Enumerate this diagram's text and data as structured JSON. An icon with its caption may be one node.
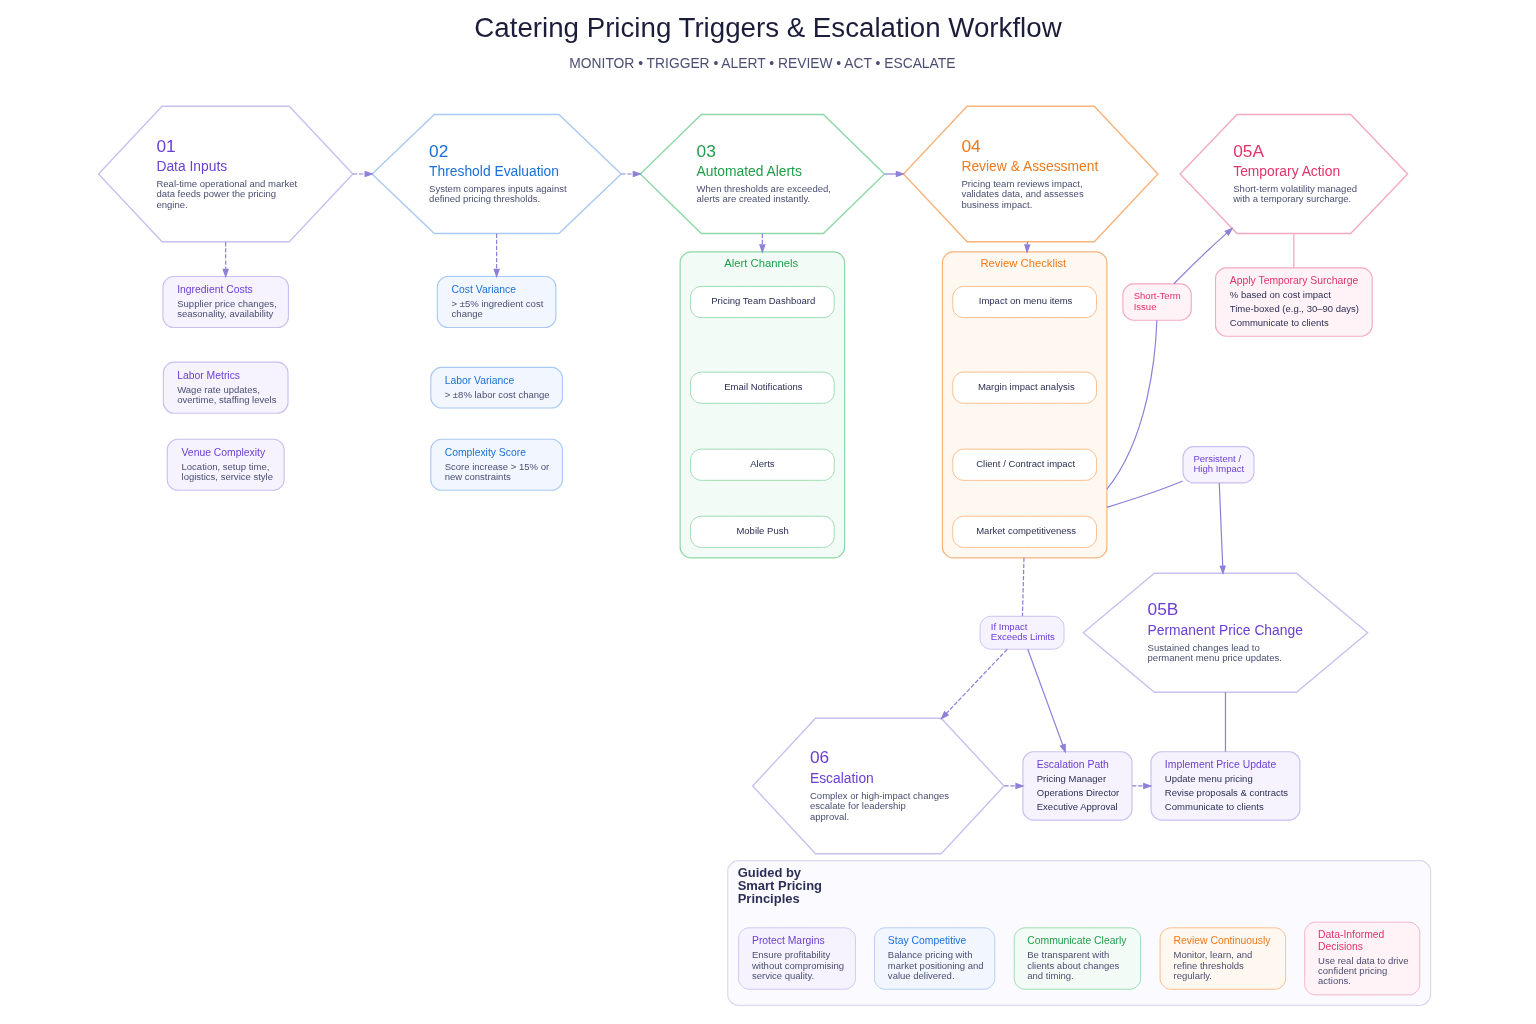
{
  "diagram": {
    "title": "Catering Pricing Triggers & Escalation Workflow",
    "nodes": [
      {
        "text": [
          "01",
          "Data Inputs",
          "Real-time operational and market data feeds power the pricing engine."
        ]
      },
      {
        "text": [
          "Ingredient Costs",
          "Supplier price changes, seasonality, availability"
        ]
      },
      {
        "text": [
          "Labor Metrics",
          "Wage rate updates, overtime, staffing levels"
        ]
      },
      {
        "text": [
          "Venue Complexity",
          "Location, setup time, logistics, service style"
        ]
      },
      {
        "text": [
          "02",
          "Threshold Evaluation",
          "System compares inputs against defined pricing thresholds."
        ]
      },
      {
        "text": [
          "Cost Variance",
          "> ±5% ingredient cost change"
        ]
      },
      {
        "text": [
          "Labor Variance",
          "> ±8% labor cost change"
        ]
      },
      {
        "text": [
          "Complexity Score",
          "Score increase > 15% or new constraints"
        ]
      },
      {
        "text": [
          "03",
          "Automated Alerts",
          "When thresholds are exceeded, alerts are created instantly."
        ]
      },
      {
        "text": [
          "Alert Channels"
        ]
      },
      {
        "text": [
          "Pricing Team Dashboard"
        ],
        "in": 9
      },
      {
        "text": [
          "Email Notifications"
        ],
        "in": 9
      },
      {
        "text": [
          "Alerts"
        ],
        "in": 9
      },
      {
        "text": [
          "Mobile Push"
        ],
        "in": 9
      },
      {
        "text": [
          "04",
          "Review & Assessment",
          "Pricing team reviews impact, validates data, and assesses business impact."
        ]
      },
      {
        "text": [
          "Review Checklist"
        ]
      },
      {
        "text": [
          "Impact on menu items"
        ],
        "in": 15
      },
      {
        "text": [
          "Margin impact analysis"
        ],
        "in": 15
      },
      {
        "text": [
          "Client / Contract impact"
        ],
        "in": 15
      },
      {
        "text": [
          "Market competitiveness"
        ],
        "in": 15
      },
      {
        "text": [
          "Short-Term Issue"
        ]
      },
      {
        "text": [
          "Persistent / High Impact"
        ]
      },
      {
        "text": [
          "05A",
          "Temporary Action",
          "Short-term volatility managed with a temporary surcharge."
        ]
      },
      {
        "text": [
          "Apply Temporary Surcharge",
          "% based on cost impact",
          "Time-boxed (e.g., 30–90 days)",
          "Communicate to clients"
        ]
      },
      {
        "text": [
          "05B",
          "Permanent Price Change",
          "Sustained changes lead to permanent menu price updates."
        ]
      },
      {
        "text": [
          "Implement Price Update",
          "Update menu pricing",
          "Revise proposals & contracts",
          "Communicate to clients"
        ]
      },
      {
        "text": [
          "If Impact Exceeds Limits"
        ]
      },
      {
        "text": [
          "06",
          "Escalation",
          "Complex or high-impact changes escalate for leadership approval."
        ]
      },
      {
        "text": [
          "Escalation Path",
          "Pricing Manager",
          "Operations Director",
          "Executive Approval"
        ]
      },
      {
        "text": [
          "Guided by Smart Pricing Principles"
        ]
      },
      {
        "text": [
          "Protect Margins",
          "Ensure profitability without compromising service quality."
        ],
        "in": 29
      },
      {
        "text": [
          "Stay Competitive",
          "Balance pricing with market positioning and value delivered."
        ],
        "in": 29
      },
      {
        "text": [
          "Communicate Clearly",
          "Be transparent with clients about changes and timing."
        ],
        "in": 29
      },
      {
        "text": [
          "Review Continuously",
          "Monitor, learn, and refine thresholds regularly."
        ],
        "in": 29
      },
      {
        "text": [
          "Data-Informed Decisions",
          "Use real data to drive confident pricing actions."
        ],
        "in": 29
      }
    ],
    "edges": [
      {
        "from": 0,
        "to": 4,
        "arrow": "to",
        "style": "dashed"
      },
      {
        "from": 0,
        "to": 1,
        "arrow": "to",
        "style": "dashed"
      },
      {
        "from": 4,
        "to": 8,
        "arrow": "to",
        "style": "dashed"
      },
      {
        "from": 4,
        "to": 5,
        "arrow": "to",
        "style": "dashed"
      },
      {
        "from": 8,
        "to": 14,
        "arrow": "to"
      },
      {
        "from": 8,
        "to": 9,
        "arrow": "to",
        "style": "dashed"
      },
      {
        "from": 14,
        "to": 15,
        "arrow": "to",
        "style": "dashed"
      },
      {
        "from": 15,
        "to": 20,
        "arrow": "none"
      },
      {
        "from": 15,
        "to": 21,
        "arrow": "none"
      },
      {
        "from": 20,
        "to": 22,
        "arrow": "to"
      },
      {
        "from": 21,
        "to": 24,
        "arrow": "to"
      },
      {
        "from": 22,
        "to": 23,
        "arrow": "none",
        "color": "#f2a3bd"
      },
      {
        "from": 24,
        "to": 25,
        "arrow": "none"
      },
      {
        "from": 15,
        "to": 26,
        "arrow": "none",
        "style": "dashed"
      },
      {
        "from": 26,
        "to": 27,
        "arrow": "to",
        "style": "dashed"
      },
      {
        "from": 26,
        "to": 28,
        "arrow": "to"
      },
      {
        "from": 27,
        "to": 28,
        "arrow": "to",
        "style": "dashed"
      },
      {
        "from": 28,
        "to": 25,
        "arrow": "to",
        "style": "dashed"
      }
    ],
    "labels": [
      "MONITOR • TRIGGER • ALERT • REVIEW • ACT • ESCALATE"
    ]
  }
}
